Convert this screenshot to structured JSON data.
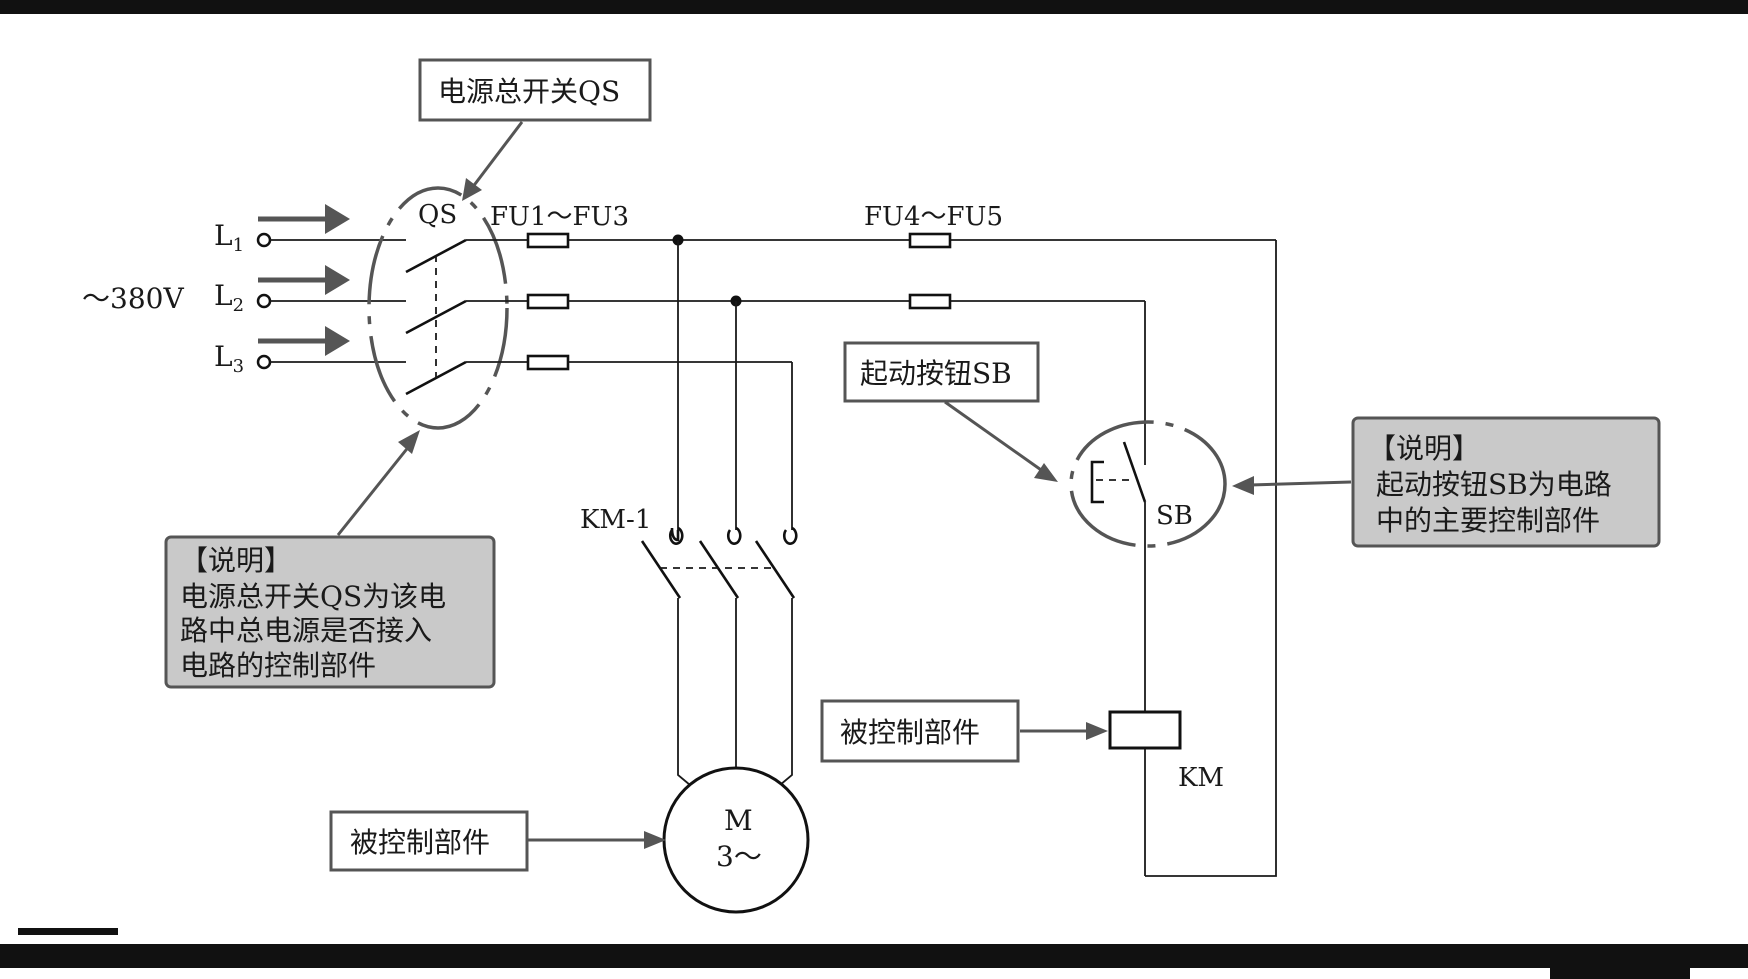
{
  "supply": {
    "voltage": "～380V",
    "lines": [
      {
        "letter": "L",
        "sub": "1"
      },
      {
        "letter": "L",
        "sub": "2"
      },
      {
        "letter": "L",
        "sub": "3"
      }
    ]
  },
  "components": {
    "qs": "QS",
    "fu_main": "FU1～FU3",
    "fu_ctrl": "FU4～FU5",
    "km_contact": "KM-1",
    "sb": "SB",
    "km_coil": "KM",
    "motor_line1": "M",
    "motor_line2": "3～"
  },
  "callouts": {
    "main_switch": "电源总开关QS",
    "start_button": "起动按钮SB",
    "controlled_coil": "被控制部件",
    "controlled_motor": "被控制部件"
  },
  "notes": {
    "qs_note": {
      "title": "【说明】",
      "lines": [
        "电源总开关QS为该电",
        "路中总电源是否接入",
        "电路的控制部件"
      ]
    },
    "sb_note": {
      "title": "【说明】",
      "lines": [
        "起动按钮SB为电路",
        "中的主要控制部件"
      ]
    }
  },
  "colors": {
    "note_fill": "#c9c9c9",
    "callout_border": "#555555",
    "line": "#1a1a1a"
  }
}
